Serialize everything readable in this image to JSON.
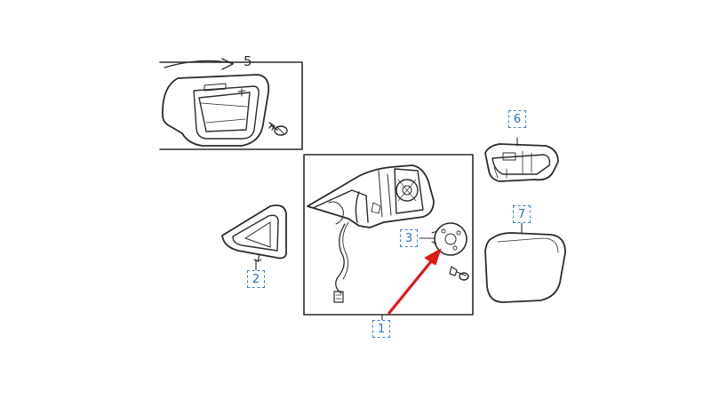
{
  "callouts": {
    "c1": "1",
    "c2": "2",
    "c3": "3",
    "c6": "6",
    "c7": "7"
  },
  "inset_top_label": "5",
  "colors": {
    "line": "#2b2b2b",
    "callout": "#2a6fb5",
    "arrow": "#e01818"
  },
  "icons": [
    "mirror-cover-part",
    "mirror-housing-part",
    "triangle-trim-part",
    "motor-plate-part",
    "screw-part",
    "cover-cap-part",
    "mirror-glass-part",
    "pointer-arrow"
  ]
}
